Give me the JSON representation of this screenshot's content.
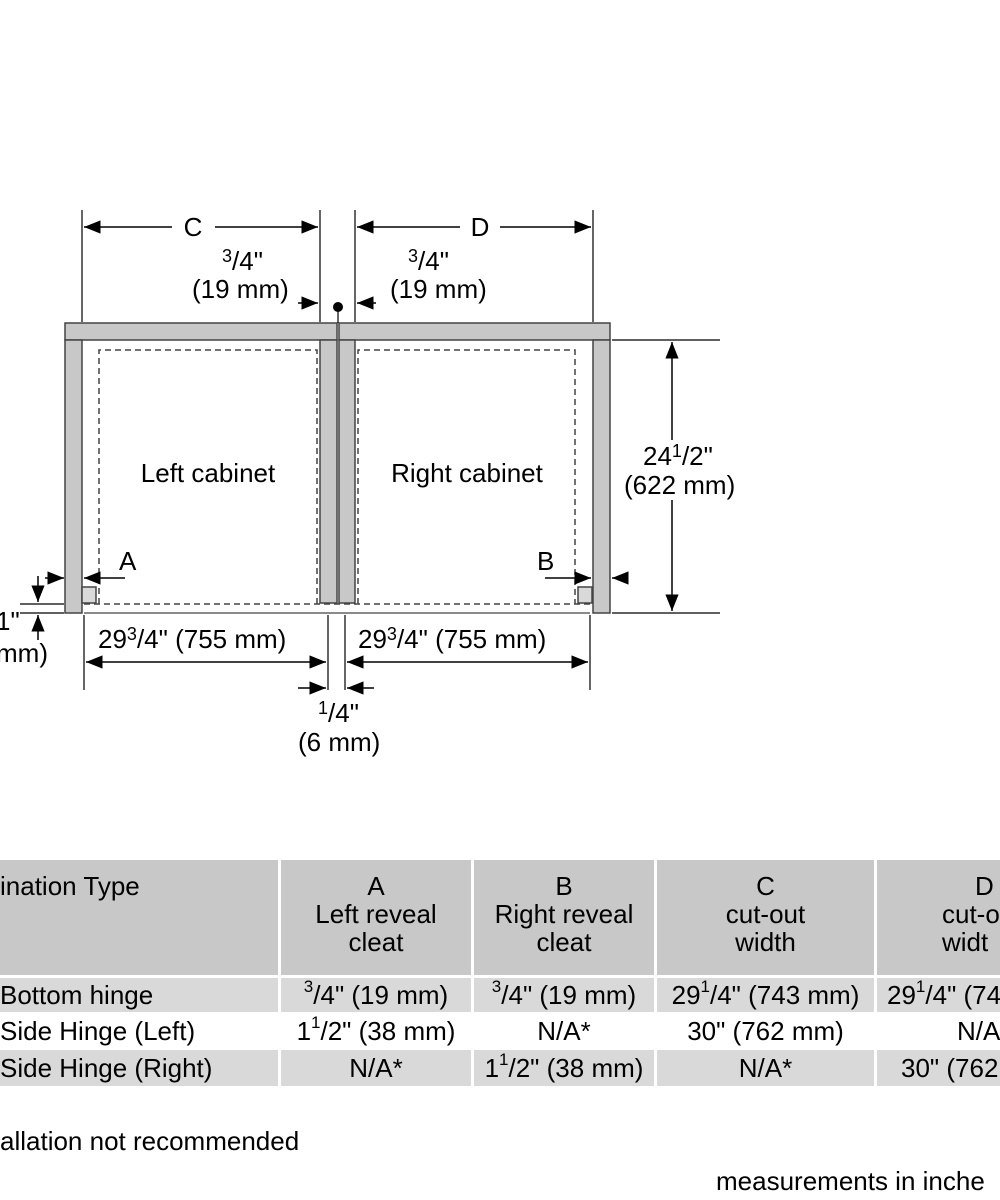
{
  "diagram": {
    "dim_c_label": "C",
    "dim_d_label": "D",
    "gap_left": {
      "frac_num": "3",
      "frac_rest": "/4\"",
      "mm": "(19 mm)"
    },
    "gap_right": {
      "frac_num": "3",
      "frac_rest": "/4\"",
      "mm": "(19 mm)"
    },
    "left_cabinet": "Left cabinet",
    "right_cabinet": "Right cabinet",
    "height": {
      "whole": "24",
      "frac_num": "1",
      "frac_rest": "/2\"",
      "mm": "(622 mm)"
    },
    "marker_a": "A",
    "marker_b": "B",
    "width_left": {
      "whole": "29",
      "frac_num": "3",
      "frac_rest": "/4\" (755 mm)"
    },
    "width_right": {
      "whole": "29",
      "frac_num": "3",
      "frac_rest": "/4\" (755 mm)"
    },
    "center_gap": {
      "frac_num": "1",
      "frac_rest": "/4\"",
      "mm": "(6 mm)"
    },
    "side_cut_top": "1\"",
    "side_cut_bottom": "mm)"
  },
  "table": {
    "header": {
      "type": "ination Type",
      "a_line1": "A",
      "a_line2": "Left reveal",
      "a_line3": "cleat",
      "b_line1": "B",
      "b_line2": "Right reveal",
      "b_line3": "cleat",
      "c_line1": "C",
      "c_line2": "cut-out",
      "c_line3": "width",
      "d_line1": "D",
      "d_line2": "cut-o",
      "d_line3": "widt"
    },
    "rows": [
      {
        "type": "Bottom hinge",
        "a_num": "3",
        "a_rest": "/4\" (19 mm)",
        "b_num": "3",
        "b_rest": "/4\" (19 mm)",
        "c_whole": "29",
        "c_num": "1",
        "c_rest": "/4\" (743 mm)",
        "d_whole": "29",
        "d_num": "1",
        "d_rest": "/4\" (74"
      },
      {
        "type": "Side Hinge (Left)",
        "a_whole": "1",
        "a_num": "1",
        "a_rest": "/2\" (38 mm)",
        "b": "N/A*",
        "c": "30\" (762 mm)",
        "d": "N/A"
      },
      {
        "type": "Side Hinge (Right)",
        "a": "N/A*",
        "b_whole": "1",
        "b_num": "1",
        "b_rest": "/2\" (38 mm)",
        "c": "N/A*",
        "d": "30\" (762"
      }
    ]
  },
  "footnote": "allation not recommended",
  "units_note": "measurements in inche",
  "colors": {
    "panel_fill": "#c8c8c8",
    "panel_stroke": "#444444",
    "table_header": "#c8c8c8",
    "table_row_shaded": "#d9d9d9"
  }
}
